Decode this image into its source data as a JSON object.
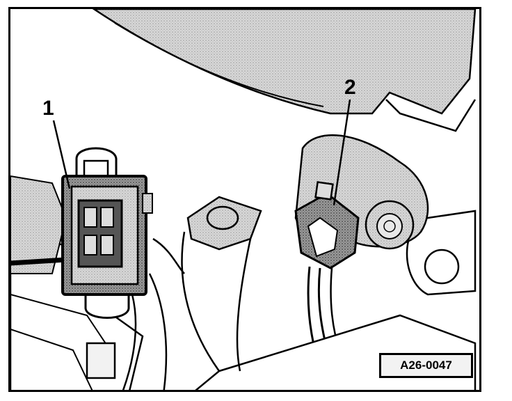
{
  "figure": {
    "callouts": [
      {
        "label": "1"
      },
      {
        "label": "2"
      }
    ],
    "reference_code": "A26-0047"
  }
}
